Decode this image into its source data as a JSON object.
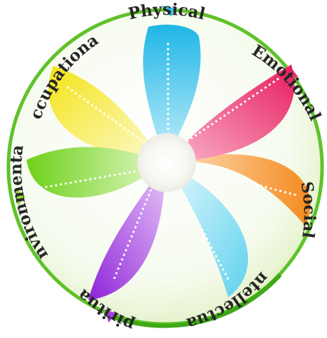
{
  "diagram": {
    "center_color": "#f5f5f0",
    "ring_color": "#5fc22a",
    "ring_fill": "#eef6de",
    "petals": [
      {
        "key": "physical",
        "label": "Physical",
        "color": "#2ec6ea"
      },
      {
        "key": "emotional",
        "label": "Emotional",
        "color": "#ec2f6e"
      },
      {
        "key": "social",
        "label": "Social",
        "color": "#f7a12e"
      },
      {
        "key": "intellectual",
        "label": "Intellectual",
        "color": "#7ddcf0"
      },
      {
        "key": "spiritual",
        "label": "Spiritual",
        "color": "#a63fe2"
      },
      {
        "key": "environmental",
        "label": "Environmental",
        "color": "#8edc2a"
      },
      {
        "key": "occupational",
        "label": "Occupational",
        "color": "#f7ee24"
      }
    ]
  }
}
